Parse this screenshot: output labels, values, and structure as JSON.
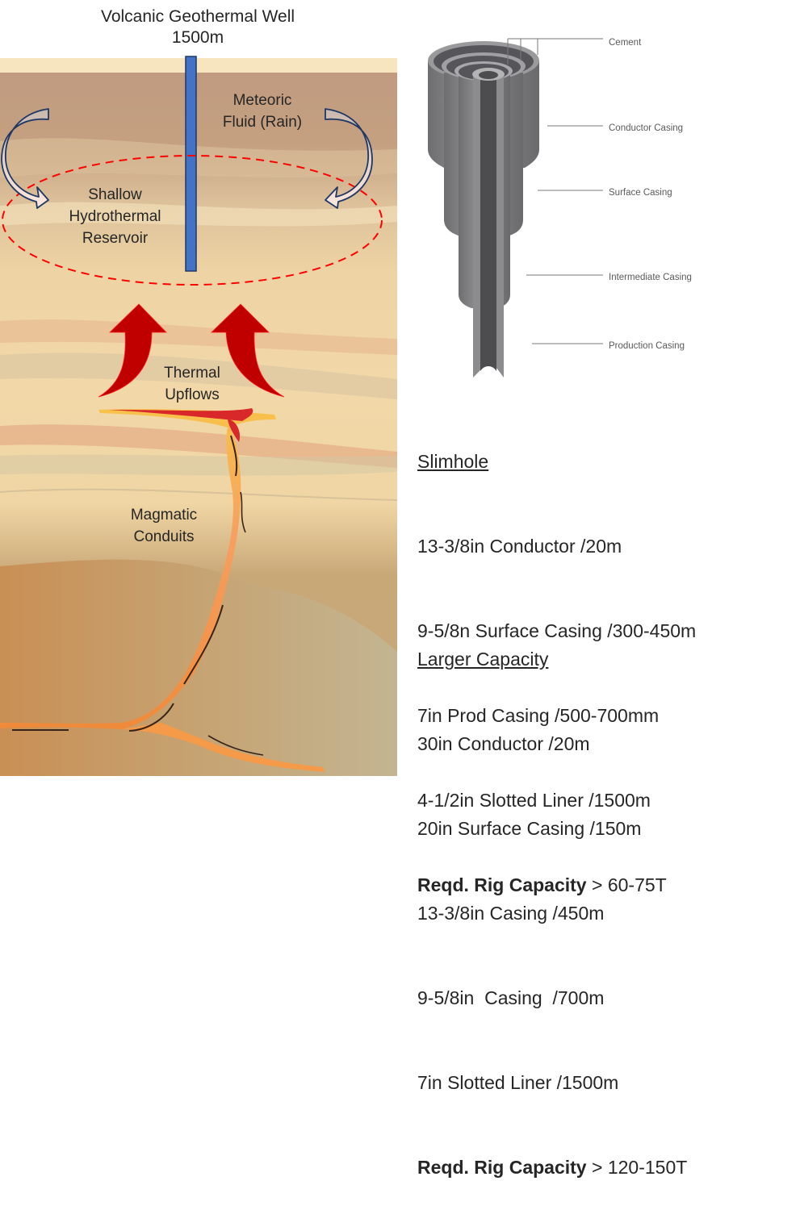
{
  "title": {
    "line1": "Volcanic Geothermal Well",
    "line2": "1500m"
  },
  "geology": {
    "labels": {
      "meteoric_line1": "Meteoric",
      "meteoric_line2": "Fluid (Rain)",
      "reservoir_line1": "Shallow",
      "reservoir_line2": "Hydrothermal",
      "reservoir_line3": "Reservoir",
      "upflow_line1": "Thermal",
      "upflow_line2": "Upflows",
      "magma_line1": "Magmatic",
      "magma_line2": "Conduits"
    },
    "colors": {
      "well": "#4472C4",
      "well_border": "#1F3864",
      "reservoir_outline": "#FF0000",
      "thermal_arrow": "#C00000",
      "meteoric_arrow_outline": "#1F3864"
    }
  },
  "casing_diagram": {
    "labels": [
      "Cement",
      "Conductor Casing",
      "Surface Casing",
      "Intermediate Casing",
      "Production Casing"
    ]
  },
  "slimhole": {
    "heading": "Slimhole",
    "lines": [
      "13-3/8in Conductor /20m",
      "9-5/8n Surface Casing /300-450m",
      "7in Prod Casing /500-700mm",
      "4-1/2in Slotted Liner /1500m"
    ],
    "rig_label": "Reqd. Rig Capacity",
    "rig_value": " > 60-75T"
  },
  "larger_capacity": {
    "heading": "Larger Capacity",
    "lines": [
      "30in Conductor /20m",
      "20in Surface Casing /150m",
      "13-3/8in Casing /450m",
      "9-5/8in  Casing  /700m",
      "7in Slotted Liner /1500m"
    ],
    "rig_label": "Reqd. Rig Capacity",
    "rig_value": " > 120-150T"
  }
}
